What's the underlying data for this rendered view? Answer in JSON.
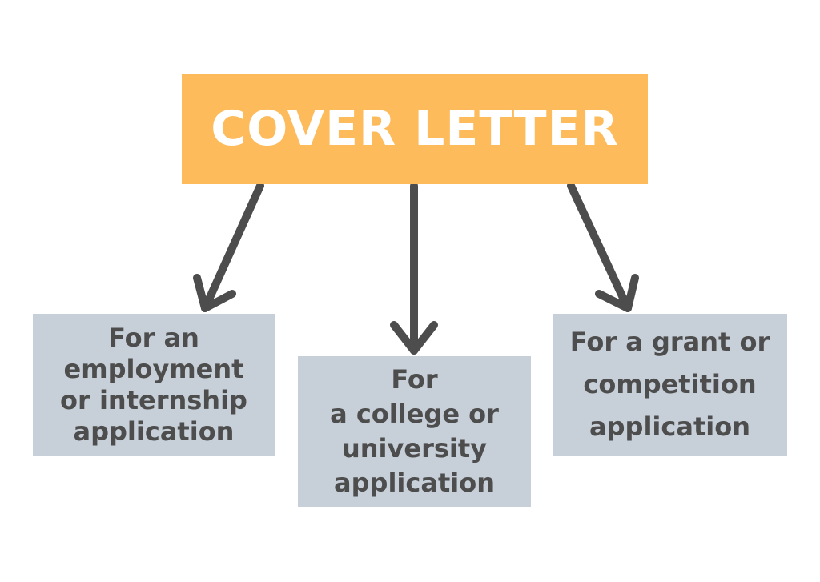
{
  "title": "COVER LETTER",
  "children": [
    "For an\nemployment\nor internship\napplication",
    "For\na college or\nuniversity\napplication",
    "For a grant or\ncompetition\napplication"
  ],
  "colors": {
    "title_fill": "#fdbb5c",
    "title_text": "#ffffff",
    "box_fill": "#c7cfd8",
    "box_text": "#4d4d4d",
    "arrow": "#4d4d4d"
  }
}
